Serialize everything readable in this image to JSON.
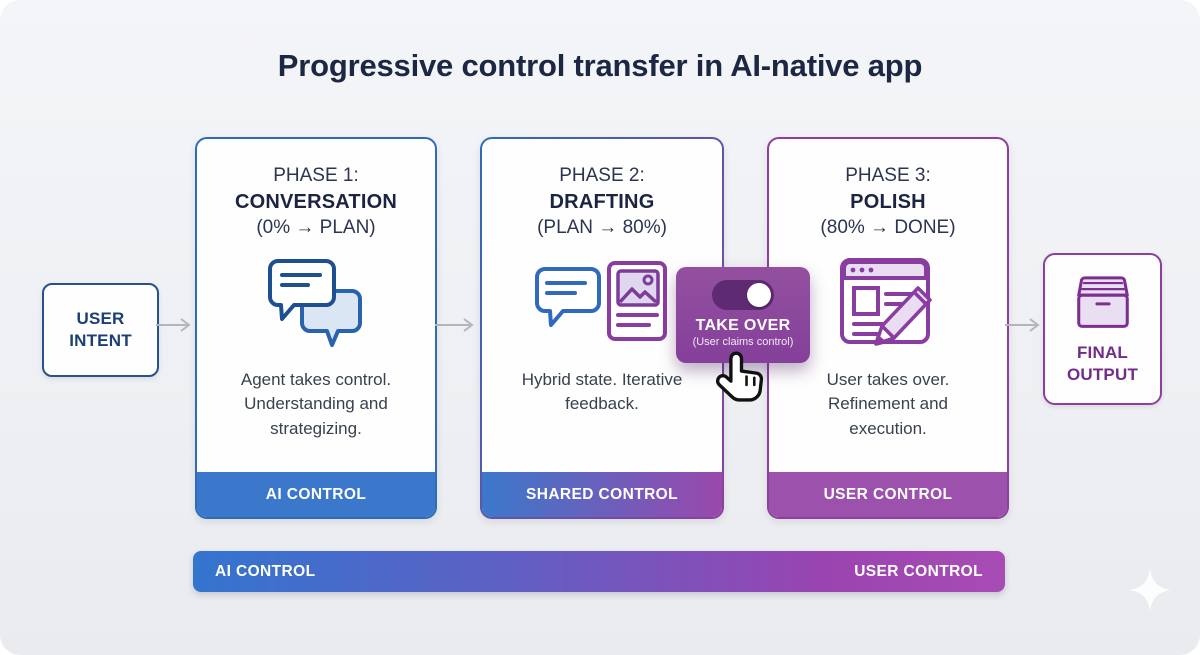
{
  "title": "Progressive control transfer in AI-native app",
  "user_intent": {
    "label": "USER INTENT"
  },
  "final_output": {
    "label": "FINAL OUTPUT"
  },
  "phases": [
    {
      "phase_label": "PHASE 1:",
      "name": "CONVERSATION",
      "range": "(0% → PLAN)",
      "description": "Agent takes control. Understanding and strategizing.",
      "footer": "AI CONTROL"
    },
    {
      "phase_label": "PHASE 2:",
      "name": "DRAFTING",
      "range": "(PLAN → 80%)",
      "description": "Hybrid state. Iterative feedback.",
      "footer": "SHARED CONTROL"
    },
    {
      "phase_label": "PHASE 3:",
      "name": "POLISH",
      "range": "(80% → DONE)",
      "description": "User takes over. Refinement and execution.",
      "footer": "USER CONTROL"
    }
  ],
  "takeover": {
    "title": "TAKE OVER",
    "subtitle": "(User claims control)",
    "toggle_state": "on"
  },
  "gradient_bar": {
    "left_label": "AI CONTROL",
    "right_label": "USER CONTROL"
  },
  "colors": {
    "ai_blue": "#3b78cb",
    "user_purple": "#9c51ad",
    "shared_gradient": "#3b78cb → #9a48ac",
    "border_blue": "#2e6cb5",
    "border_purple": "#8e3f9e",
    "title_navy": "#1c2743",
    "background": "#eef0f3"
  }
}
